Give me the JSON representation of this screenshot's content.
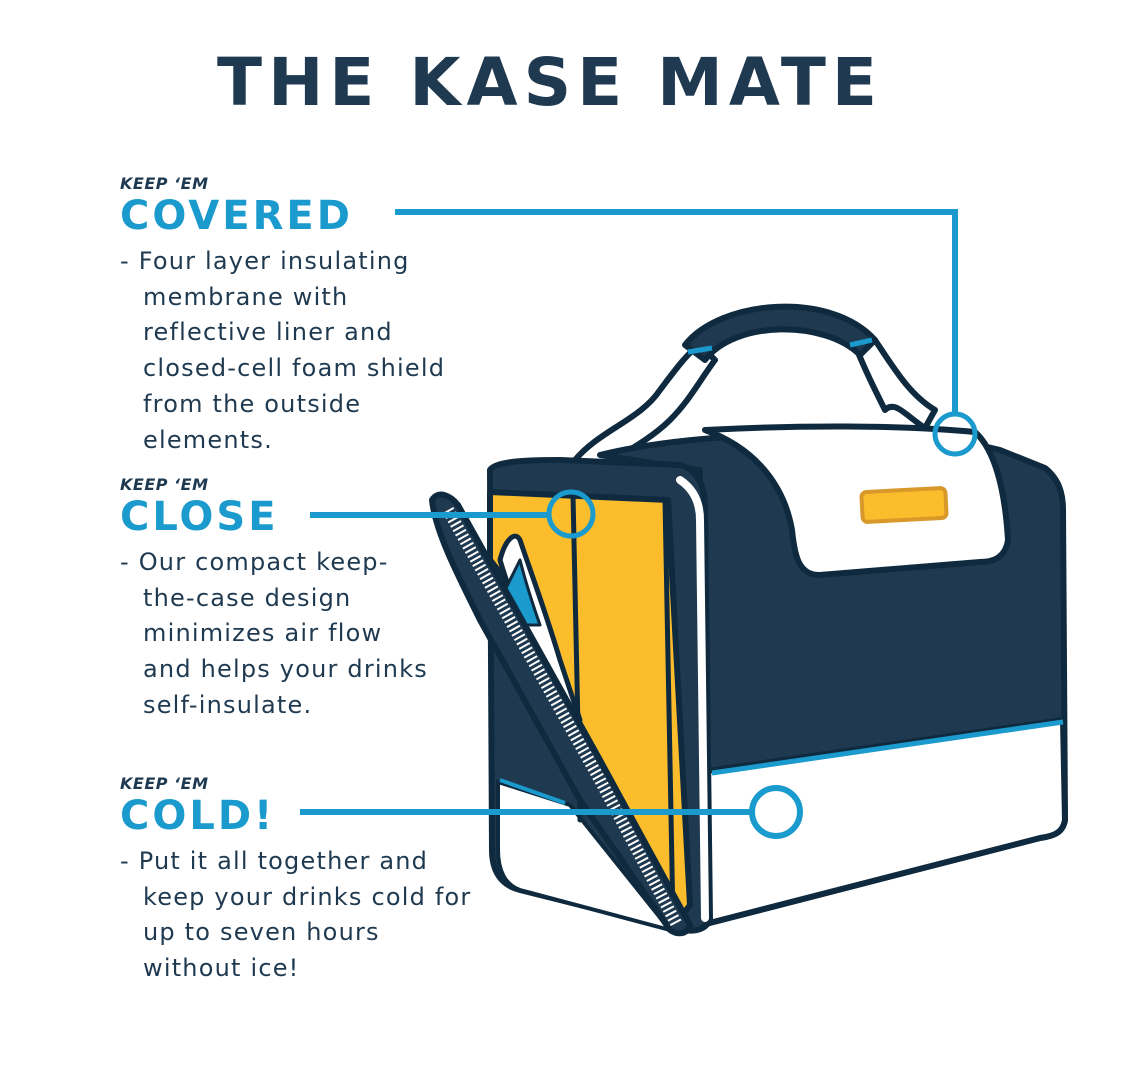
{
  "title": "THE KASE MATE",
  "sections": [
    {
      "kicker": "KEEP ‘EM",
      "heading": "COVERED",
      "body": "- Four layer insulating membrane with reflective liner and closed-cell foam shield from the outside elements."
    },
    {
      "kicker": "KEEP ‘EM",
      "heading": "CLOSE",
      "body": "- Our compact keep-the-case design minimizes air flow and helps your drinks self-insulate."
    },
    {
      "kicker": "KEEP ‘EM",
      "heading": "COLD!",
      "body": "- Put it all together and keep your drinks cold for up to seven hours without ice!"
    }
  ],
  "colors": {
    "navy": "#1f3a50",
    "blue": "#1a9acd",
    "yellow": "#fbbd2b",
    "white": "#ffffff"
  }
}
